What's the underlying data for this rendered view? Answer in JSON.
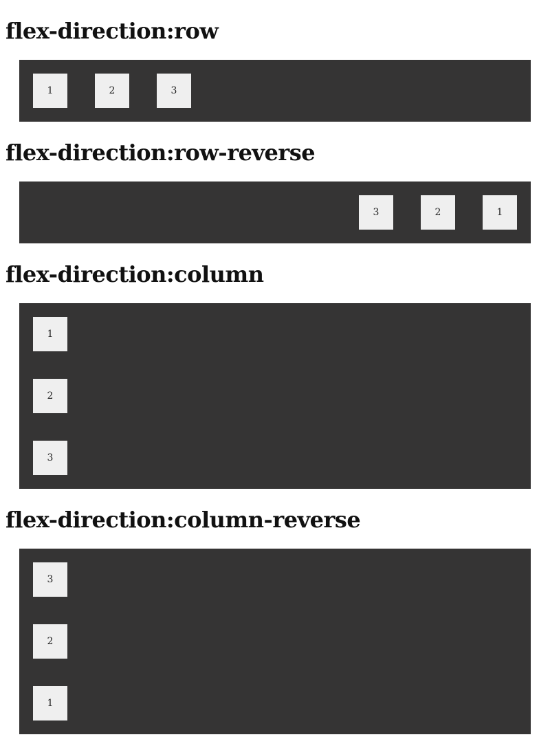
{
  "sections": [
    {
      "title": "flex-direction:row",
      "items": [
        "1",
        "2",
        "3"
      ]
    },
    {
      "title": "flex-direction:row-reverse",
      "items": [
        "1",
        "2",
        "3"
      ]
    },
    {
      "title": "flex-direction:column",
      "items": [
        "1",
        "2",
        "3"
      ]
    },
    {
      "title": "flex-direction:column-reverse",
      "items": [
        "1",
        "2",
        "3"
      ]
    }
  ],
  "colors": {
    "container_bg": "#353434",
    "item_bg": "#efefef"
  }
}
